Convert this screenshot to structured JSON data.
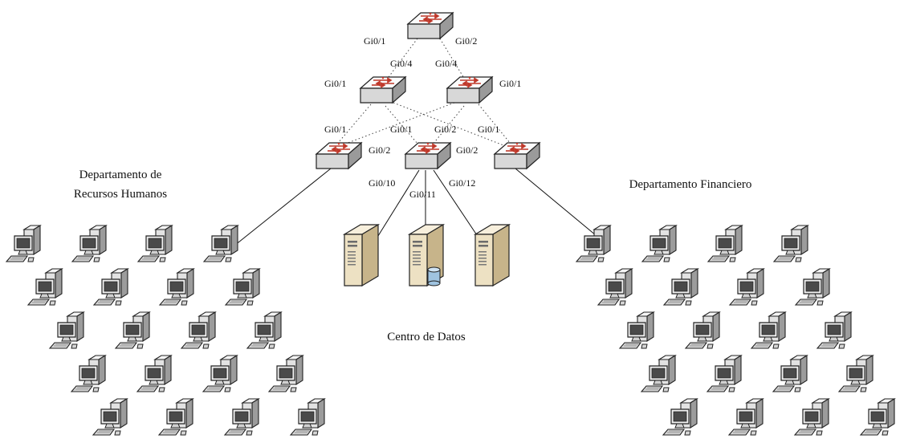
{
  "labels": {
    "hr_department_line1": "Departamento de",
    "hr_department_line2": "Recursos Humanos",
    "finance_department": "Departamento Financiero",
    "data_center": "Centro de Datos"
  },
  "ports": {
    "core_left": "Gi0/1",
    "core_right": "Gi0/2",
    "distL_up": "Gi0/4",
    "distR_up": "Gi0/4",
    "distL_side": "Gi0/1",
    "distR_side": "Gi0/1",
    "accL_up": "Gi0/1",
    "accL_side": "Gi0/2",
    "accC_left": "Gi0/1",
    "accC_right": "Gi0/2",
    "accR_up": "Gi0/1",
    "accR_left": "Gi0/2",
    "srv_left": "Gi0/10",
    "srv_mid": "Gi0/11",
    "srv_right": "Gi0/12"
  },
  "devices": {
    "switch_icon": "network-switch-icon",
    "server_icon": "server-tower-icon",
    "database_server_icon": "database-server-icon",
    "workstation_icon": "workstation-icon",
    "hr_workstation_count": 20,
    "finance_workstation_count": 20
  },
  "colors": {
    "switch_face": "#f4f4f4",
    "switch_arrows": "#c0392b",
    "server_body": "#e9dcc0",
    "database": "#9fc3e0"
  }
}
